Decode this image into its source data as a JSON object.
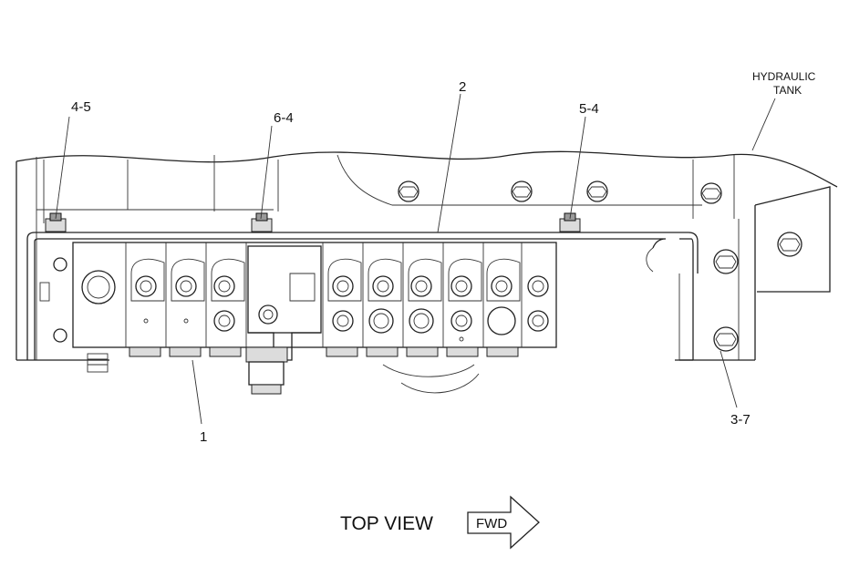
{
  "callouts": {
    "c_4_5": "4-5",
    "c_6_4": "6-4",
    "c_2": "2",
    "c_5_4": "5-4",
    "c_1": "1",
    "c_3_7": "3-7"
  },
  "tank_label": {
    "line1": "HYDRAULIC",
    "line2": "TANK"
  },
  "view_label": "TOP VIEW",
  "direction_label": "FWD"
}
